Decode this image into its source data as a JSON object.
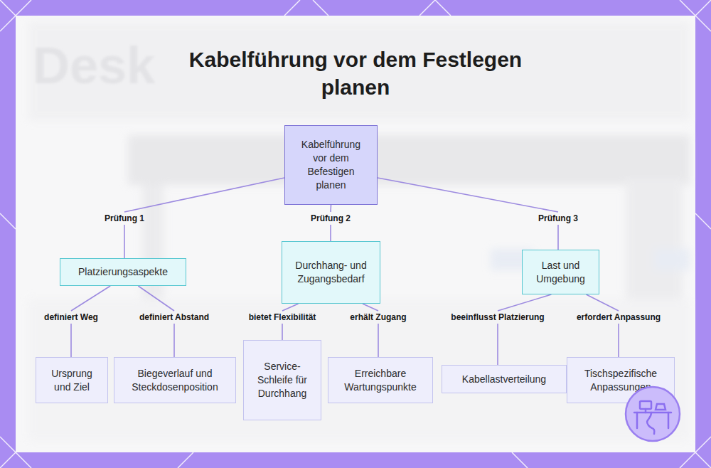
{
  "diagram": {
    "title": "Kabelführung vor dem Festlegen planen",
    "nodes": [
      {
        "text": [
          "Kabelführung vor dem Befestigen planen"
        ]
      },
      {
        "text": [
          "Platzierungsaspekte"
        ]
      },
      {
        "text": [
          "Durchhang- und Zugangsbedarf"
        ]
      },
      {
        "text": [
          "Last und Umgebung"
        ]
      },
      {
        "text": [
          "Ursprung und Ziel"
        ]
      },
      {
        "text": [
          "Biegeverlauf und Steckdosenposition"
        ]
      },
      {
        "text": [
          "Service-Schleife für Durchhang"
        ]
      },
      {
        "text": [
          "Erreichbare Wartungspunkte"
        ]
      },
      {
        "text": [
          "Kabellastverteilung"
        ]
      },
      {
        "text": [
          "Tischspezifische Anpassungen"
        ]
      }
    ],
    "edges": [
      {
        "from": 0,
        "to": 1,
        "label": "Prüfung 1",
        "arrow": "none"
      },
      {
        "from": 0,
        "to": 2,
        "label": "Prüfung 2",
        "arrow": "none"
      },
      {
        "from": 0,
        "to": 3,
        "label": "Prüfung 3",
        "arrow": "none"
      },
      {
        "from": 1,
        "to": 4,
        "label": "definiert Weg",
        "arrow": "none"
      },
      {
        "from": 1,
        "to": 5,
        "label": "definiert Abstand",
        "arrow": "none"
      },
      {
        "from": 2,
        "to": 6,
        "label": "bietet Flexibilität",
        "arrow": "none"
      },
      {
        "from": 2,
        "to": 7,
        "label": "erhält Zugang",
        "arrow": "none"
      },
      {
        "from": 3,
        "to": 8,
        "label": "beeinflusst Platzierung",
        "arrow": "none"
      },
      {
        "from": 3,
        "to": 9,
        "label": "erfordert Anpassung",
        "arrow": "none"
      }
    ],
    "labels": [
      "Desk"
    ]
  }
}
